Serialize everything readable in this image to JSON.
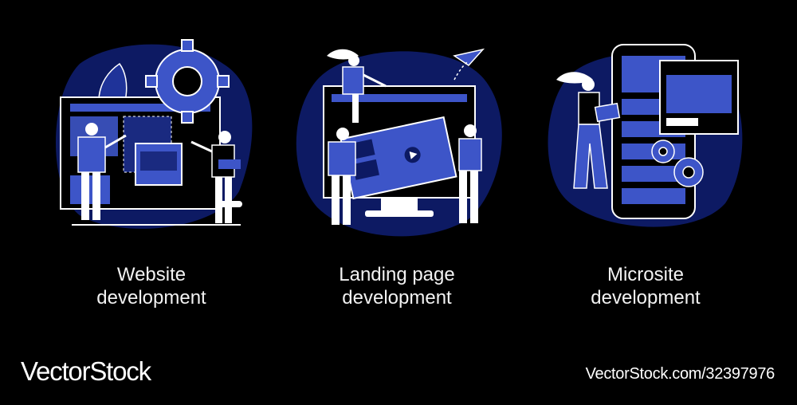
{
  "illustrations": [
    {
      "caption_line1": "Website",
      "caption_line2": "development",
      "icon": "website-development-illustration"
    },
    {
      "caption_line1": "Landing page",
      "caption_line2": "development",
      "icon": "landing-page-development-illustration"
    },
    {
      "caption_line1": "Microsite",
      "caption_line2": "development",
      "icon": "microsite-development-illustration"
    }
  ],
  "watermark": {
    "brand": "VectorStock",
    "url_id": "VectorStock.com/32397976"
  },
  "colors": {
    "background": "#000000",
    "accent_blue": "#3d55c8",
    "dark_blue": "#0d1a63",
    "line_white": "#ffffff"
  }
}
